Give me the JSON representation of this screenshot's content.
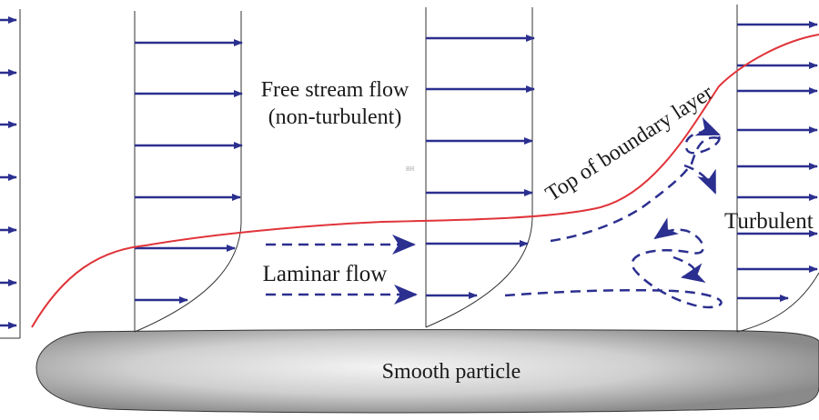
{
  "labels": {
    "free_stream_line1": "Free stream flow",
    "free_stream_line2": "(non-turbulent)",
    "laminar": "Laminar flow",
    "top_boundary": "Top of boundary layer",
    "turbulent": "Turbulent",
    "particle": "Smooth particle",
    "mark": "BR"
  },
  "colors": {
    "arrow": "#2b2f8f",
    "boundary_line": "#e0343a",
    "outline": "#333333",
    "particle_light": "#f2f2f2",
    "particle_dark": "#8a8a8a"
  },
  "icons": [
    "velocity-arrow",
    "eddy-arrow",
    "flow-direction-arrow"
  ]
}
